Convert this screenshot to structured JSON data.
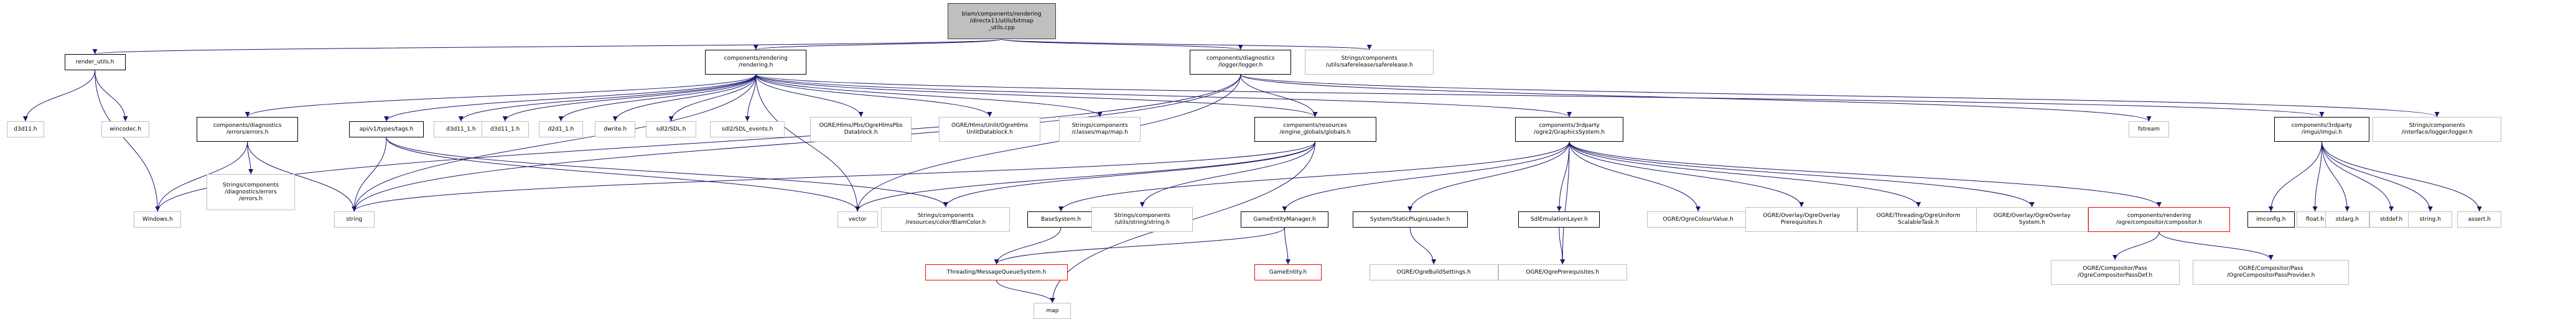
{
  "graph": {
    "root": [
      "blam/components/rendering",
      "/directx11/utils/bitmap",
      "_utils.cpp"
    ],
    "nodes": {
      "render_utils": [
        "render_utils.h"
      ],
      "rendering_h": [
        "components/rendering",
        "/rendering.h"
      ],
      "logger_h": [
        "components/diagnostics",
        "/logger/logger.h"
      ],
      "safe_release": [
        "Strings/components",
        "/utils/saferelease/saferelease.h"
      ],
      "d3d11_a": [
        "d3d11.h"
      ],
      "wincodec": [
        "wincodec.h"
      ],
      "errors_h": [
        "components/diagnostics",
        "/errors/errors.h"
      ],
      "tags_h": [
        "api/v1/types/tags.h"
      ],
      "d3d11_1": [
        "d3d11_1.h"
      ],
      "d3d11_1_b": [
        "d3d11_1.h"
      ],
      "d2d1_1": [
        "d2d1_1.h"
      ],
      "dwrite": [
        "dwrite.h"
      ],
      "sdl": [
        "sdl2/SDL.h"
      ],
      "sdl_events": [
        "sdl2/SDL_events.h"
      ],
      "hlms_pbs": [
        "OGRE/Hlms/Pbs/OgreHlmsPbs",
        "Datablock.h"
      ],
      "hlms_unlit": [
        "OGRE/Hlms/Unlit/OgreHlms",
        "UnlitDatablock.h"
      ],
      "map_h": [
        "Strings/components",
        "/classes/map/map.h"
      ],
      "globals_h": [
        "components/resources",
        "/engine_globals/globals.h"
      ],
      "graphics_system": [
        "components/3rdparty",
        "/ogre2/GraphicsSystem.h"
      ],
      "imgui_h": [
        "components/3rdparty",
        "/imgui/imgui.h"
      ],
      "fstream": [
        "fstream"
      ],
      "logger_iface": [
        "Strings/components",
        "/interface/logger/logger.h"
      ],
      "windows_h": [
        "Windows.h"
      ],
      "string": [
        "string"
      ],
      "errors_str": [
        "Strings/components",
        "/diagnostics/errors",
        "/errors.h"
      ],
      "vector": [
        "vector"
      ],
      "blam_color": [
        "Strings/components",
        "/resources/color/BlamColor.h"
      ],
      "base_system": [
        "BaseSystem.h"
      ],
      "string_utils": [
        "Strings/components",
        "/utils/string/string.h"
      ],
      "game_entity_mgr": [
        "GameEntityManager.h"
      ],
      "static_plugin": [
        "System/StaticPluginLoader.h"
      ],
      "sdl_emulation": [
        "SdlEmulationLayer.h"
      ],
      "colour_value": [
        "OGRE/OgreColourValue.h"
      ],
      "overlay_prereq": [
        "OGRE/Overlay/OgreOverlay",
        "Prerequisites.h"
      ],
      "threading_uniform": [
        "OGRE/Threading/OgreUniform",
        "ScalableTask.h"
      ],
      "overlay_system": [
        "OGRE/Overlay/OgreOverlay",
        "System.h"
      ],
      "compositor_h": [
        "components/rendering",
        "/ogre/compositor/compositor.h"
      ],
      "imconfig": [
        "imconfig.h"
      ],
      "float_h": [
        "float.h"
      ],
      "stdarg": [
        "stdarg.h"
      ],
      "stddef": [
        "stddef.h"
      ],
      "string_h": [
        "string.h"
      ],
      "assert_h": [
        "assert.h"
      ],
      "mq_system": [
        "Threading/MessageQueueSystem.h"
      ],
      "game_entity": [
        "GameEntity.h"
      ],
      "build_settings": [
        "OGRE/OgreBuildSettings.h"
      ],
      "ogre_prereq": [
        "OGRE/OgrePrerequisites.h"
      ],
      "pass_def": [
        "OGRE/Compositor/Pass",
        "/OgreCompositorPassDef.h"
      ],
      "pass_provider": [
        "OGRE/Compositor/Pass",
        "/OgreCompositorPassProvider.h"
      ],
      "map": [
        "map"
      ]
    }
  },
  "colors": {
    "edge": "#191970",
    "edge_root": "#191970",
    "trunc_border": "#ff0000",
    "ext_border": "#bfbfbf",
    "root_fill": "#bfbfbf"
  }
}
